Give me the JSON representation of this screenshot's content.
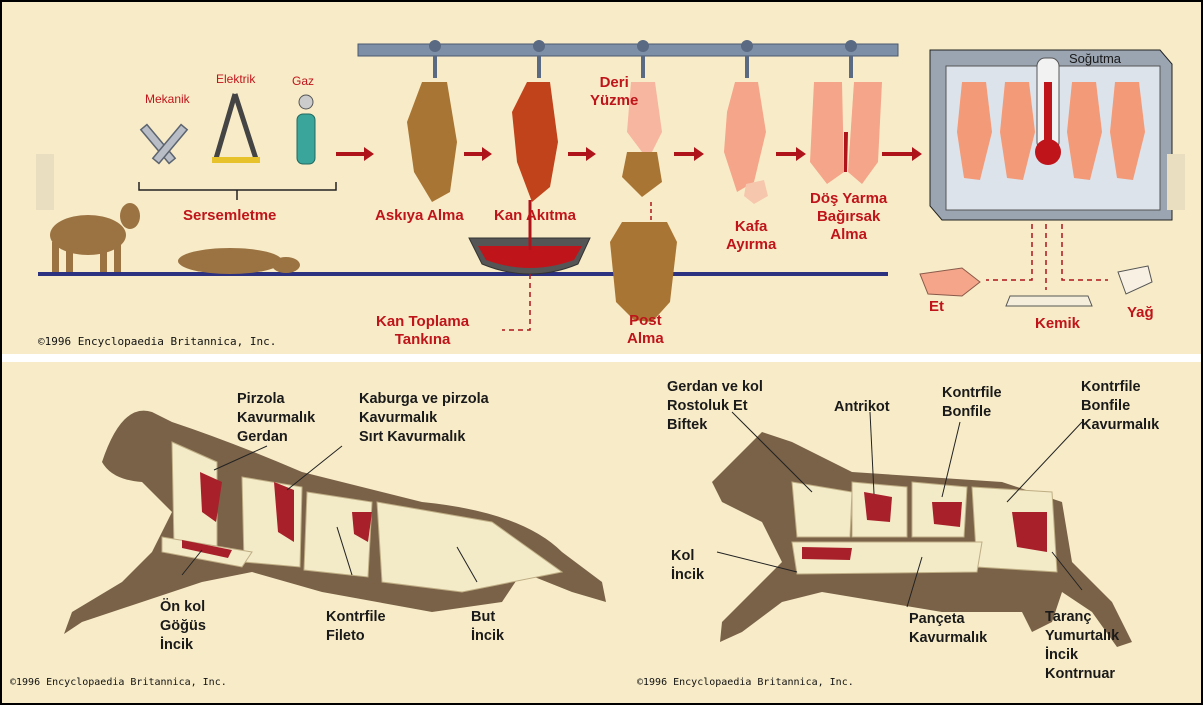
{
  "top": {
    "stun_methods": [
      "Mekanik",
      "Elektrik",
      "Gaz"
    ],
    "stunning": "Sersemletme",
    "hanging": "Askıya Alma",
    "bleeding": "Kan Akıtma",
    "skinning": [
      "Deri",
      "Yüzme"
    ],
    "head_removal": [
      "Kafa",
      "Ayırma"
    ],
    "splitting": [
      "Döş Yarma",
      "Bağırsak",
      "Alma"
    ],
    "cooling": "Soğutma",
    "blood_tank": [
      "Kan Toplama",
      "Tankına"
    ],
    "hide_removal": [
      "Post",
      "Alma"
    ],
    "products": [
      "Et",
      "Kemik",
      "Yağ"
    ],
    "copyright": "©1996 Encyclopaedia Britannica, Inc."
  },
  "bottom_left": {
    "label_1": [
      "Pirzola",
      "Kavurmalık",
      "Gerdan"
    ],
    "label_2": [
      "Kaburga ve pirzola",
      "Kavurmalık",
      "Sırt Kavurmalık"
    ],
    "label_3": [
      "Ön kol",
      "Göğüs",
      "İncik"
    ],
    "label_4": [
      "Kontrfile",
      "Fileto"
    ],
    "label_5": [
      "But",
      "İncik"
    ],
    "copyright": "©1996 Encyclopaedia Britannica, Inc."
  },
  "bottom_right": {
    "label_1": [
      "Gerdan ve kol",
      "Rostoluk Et",
      "Biftek"
    ],
    "label_2": "Antrikot",
    "label_3": [
      "Kontrfile",
      "Bonfile"
    ],
    "label_4": [
      "Kontrfile",
      "Bonfile",
      "Kavurmalık"
    ],
    "label_5": [
      "Kol",
      "İncik"
    ],
    "label_6": [
      "Pançeta",
      "Kavurmalık"
    ],
    "label_7": [
      "Taranç",
      "Yumurtalık",
      "İncik",
      "Kontrnuar"
    ],
    "copyright": "©1996 Encyclopaedia Britannica, Inc."
  },
  "colors": {
    "background": "#f8ecc8",
    "label_red": "#c0141b",
    "rail": "#7d8fa6",
    "floor": "#2c3180",
    "carcass": "#f4a58a",
    "cow_body": "#7a6248"
  }
}
